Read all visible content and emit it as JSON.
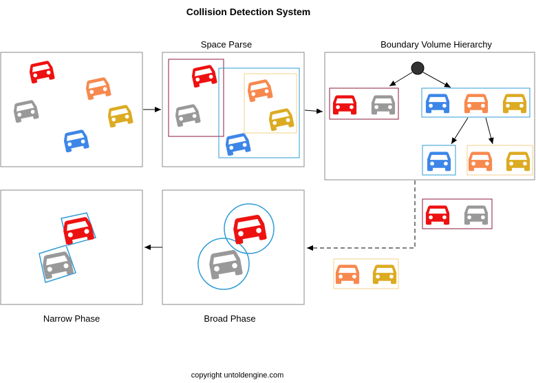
{
  "title": "Collision Detection System",
  "panels": {
    "space_parse": {
      "label": "Space Parse"
    },
    "bvh": {
      "label": "Boundary Volume Hierarchy"
    },
    "narrow_phase": {
      "label": "Narrow Phase"
    },
    "broad_phase": {
      "label": "Broad Phase"
    }
  },
  "footer": {
    "copyright": "copyright untoldengine.com"
  },
  "colors": {
    "red_car": "#ee1111",
    "gray_car": "#999999",
    "orange_car": "#f7894e",
    "yellow_car": "#dcab22",
    "blue_car": "#3d86e8",
    "bbox_maroon": "#8b1a3a",
    "bbox_blue": "#2e9bd6",
    "bbox_yellow": "#f2d28a"
  }
}
